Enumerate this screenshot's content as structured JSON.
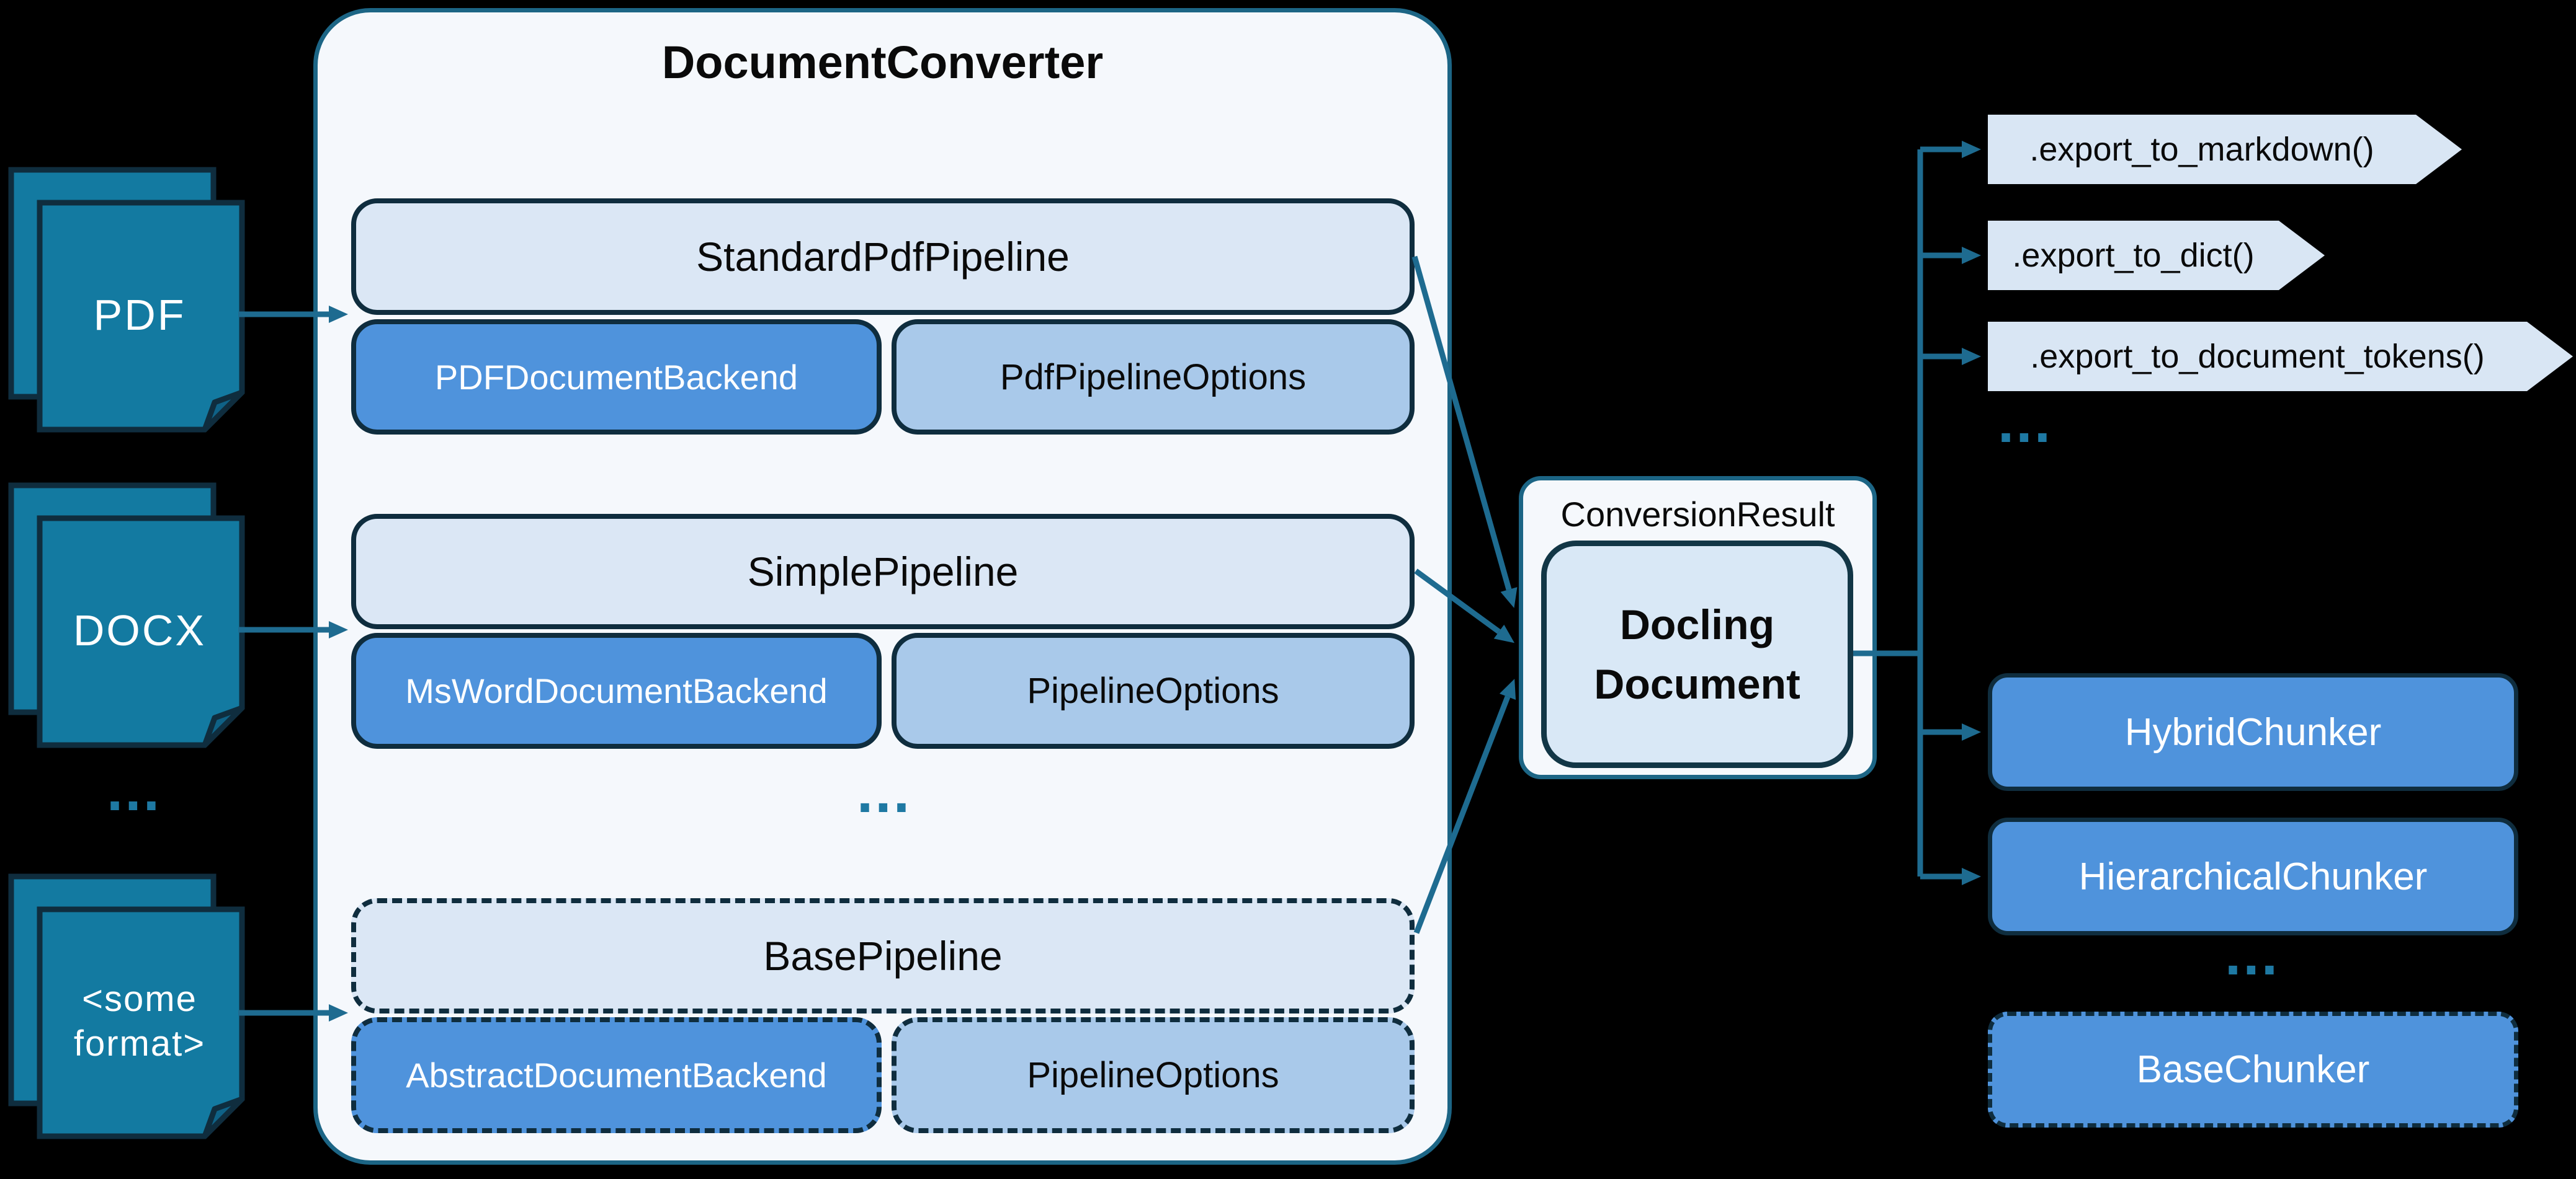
{
  "colors": {
    "background": "#000000",
    "connector_teal": "#1e6b90",
    "dots_teal": "#1e79a3",
    "document_fill": "#137aa1",
    "dark_border": "#0f2d3e",
    "converter_fill": "#f5f8fc",
    "converter_border": "#1c6585",
    "pipeline_light_fill": "#dbe7f5",
    "backend_blue_fill": "#4f93dc",
    "options_blue_fill": "#a9c9ea",
    "chevron_fill": "#d9e6f4",
    "docling_fill": "#d9e8f6"
  },
  "inputs": {
    "items": [
      {
        "label": "PDF"
      },
      {
        "label": "DOCX"
      },
      {
        "label": "<some format>"
      }
    ],
    "ellipsis": "..."
  },
  "converter": {
    "title": "DocumentConverter",
    "ellipsis": "...",
    "pipelines": [
      {
        "name": "StandardPdfPipeline",
        "backend": "PDFDocumentBackend",
        "options": "PdfPipelineOptions",
        "style": "solid"
      },
      {
        "name": "SimplePipeline",
        "backend": "MsWordDocumentBackend",
        "options": "PipelineOptions",
        "style": "solid"
      },
      {
        "name": "BasePipeline",
        "backend": "AbstractDocumentBackend",
        "options": "PipelineOptions",
        "style": "dashed"
      }
    ]
  },
  "result": {
    "label": "ConversionResult",
    "document_line1": "Docling",
    "document_line2": "Document"
  },
  "exports": {
    "items": [
      {
        "label": ".export_to_markdown()"
      },
      {
        "label": ".export_to_dict()"
      },
      {
        "label": ".export_to_document_tokens()"
      }
    ],
    "ellipsis": "..."
  },
  "chunkers": {
    "items": [
      {
        "label": "HybridChunker"
      },
      {
        "label": "HierarchicalChunker"
      }
    ],
    "ellipsis": "...",
    "base": {
      "label": "BaseChunker",
      "style": "dashed"
    }
  }
}
